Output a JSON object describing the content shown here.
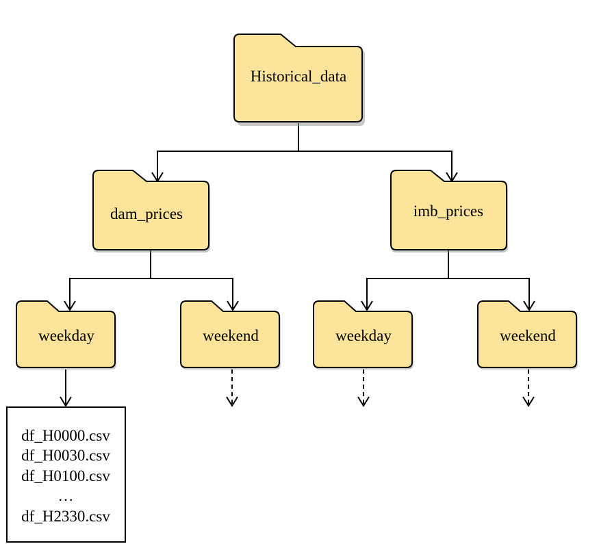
{
  "diagram": {
    "root": {
      "label": "Historical_data",
      "icon": "folder-icon"
    },
    "level1": [
      {
        "label": "dam_prices",
        "icon": "folder-icon"
      },
      {
        "label": "imb_prices",
        "icon": "folder-icon"
      }
    ],
    "level2": [
      {
        "label": "weekday",
        "icon": "folder-icon"
      },
      {
        "label": "weekend",
        "icon": "folder-icon"
      },
      {
        "label": "weekday",
        "icon": "folder-icon"
      },
      {
        "label": "weekend",
        "icon": "folder-icon"
      }
    ],
    "files": [
      "df_H0000.csv",
      "df_H0030.csv",
      "df_H0100.csv",
      "…",
      "df_H2330.csv"
    ],
    "colors": {
      "folder_fill": "#fde49b",
      "outline": "#000000"
    }
  }
}
